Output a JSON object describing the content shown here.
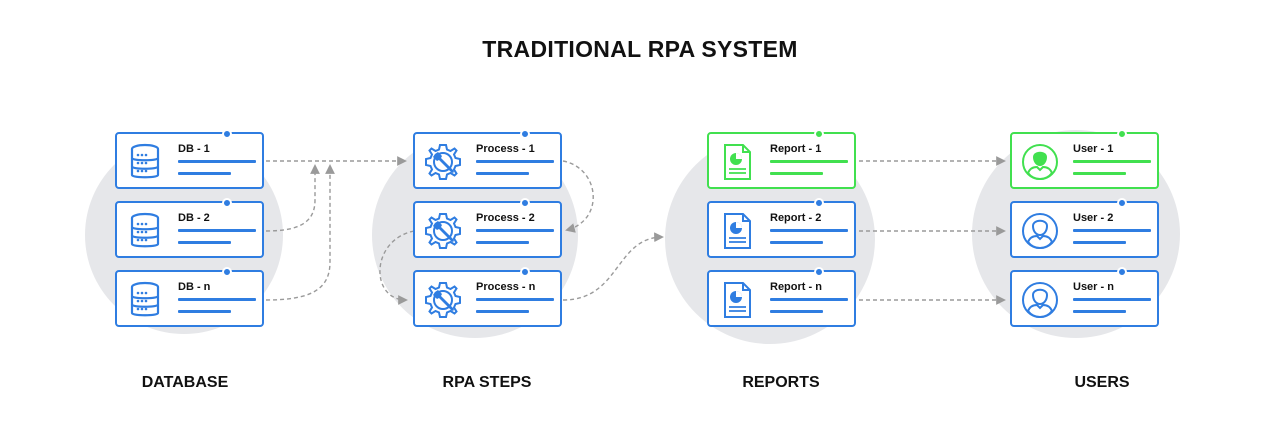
{
  "title": "TRADITIONAL RPA SYSTEM",
  "colors": {
    "accent": "#2f7de1",
    "highlight": "#41e04f",
    "connector": "#9a9a9a",
    "backdrop": "#e6e7ea"
  },
  "columns": [
    {
      "label": "DATABASE",
      "icon": "database-icon",
      "cards": [
        {
          "label": "DB - 1",
          "highlight": false
        },
        {
          "label": "DB - 2",
          "highlight": false
        },
        {
          "label": "DB - n",
          "highlight": false
        }
      ]
    },
    {
      "label": "RPA STEPS",
      "icon": "gear-wrench-icon",
      "cards": [
        {
          "label": "Process - 1",
          "highlight": false
        },
        {
          "label": "Process - 2",
          "highlight": false
        },
        {
          "label": "Process - n",
          "highlight": false
        }
      ]
    },
    {
      "label": "REPORTS",
      "icon": "report-icon",
      "cards": [
        {
          "label": "Report - 1",
          "highlight": true
        },
        {
          "label": "Report - 2",
          "highlight": false
        },
        {
          "label": "Report - n",
          "highlight": false
        }
      ]
    },
    {
      "label": "USERS",
      "icon": "user-icon",
      "cards": [
        {
          "label": "User - 1",
          "highlight": true
        },
        {
          "label": "User - 2",
          "highlight": false
        },
        {
          "label": "User - n",
          "highlight": false
        }
      ]
    }
  ],
  "connectors": [
    {
      "from": "DB - 1",
      "to": "Process - 1"
    },
    {
      "from": "DB - 2",
      "to": "Process - 1"
    },
    {
      "from": "DB - n",
      "to": "Process - 1"
    },
    {
      "from": "Process - 1",
      "to": "Process - 2"
    },
    {
      "from": "Process - 2",
      "to": "Process - n"
    },
    {
      "from": "Process - n",
      "to": "Report - 2"
    },
    {
      "from": "Report - 1",
      "to": "User - 1"
    },
    {
      "from": "Report - 2",
      "to": "User - 2"
    },
    {
      "from": "Report - n",
      "to": "User - n"
    }
  ]
}
